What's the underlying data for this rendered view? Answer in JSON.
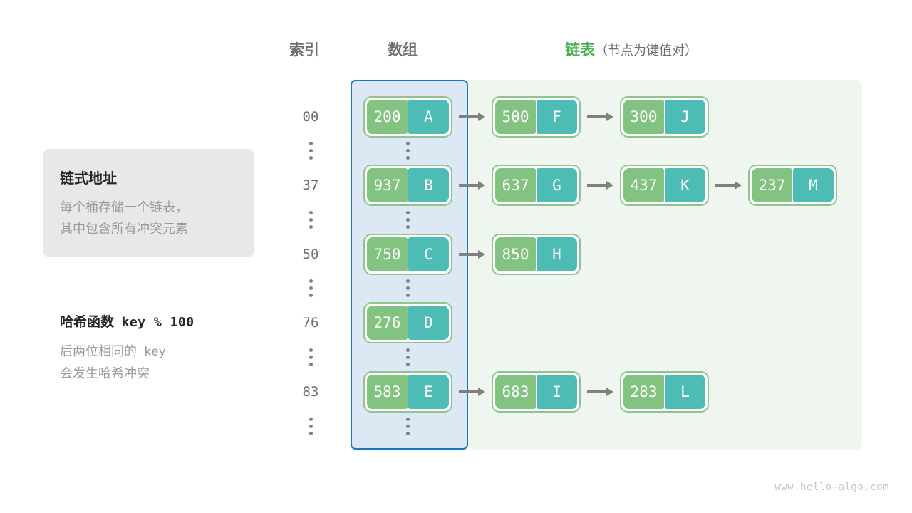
{
  "headers": {
    "index": "索引",
    "array": "数组",
    "list_main": "链表",
    "list_sub": "（节点为键值对）"
  },
  "info_card": {
    "title": "链式地址",
    "line1": "每个桶存储一个链表，",
    "line2": "其中包含所有冲突元素"
  },
  "hash_note": {
    "title_label": "哈希函数",
    "title_expr": "key % 100",
    "line1_pre": "后两位相同的",
    "line1_code": "key",
    "line2": "会发生哈希冲突"
  },
  "colors": {
    "key_green": "#82c382",
    "val_teal": "#4dbcb4",
    "node_border": "#8fc48f",
    "array_panel_bg": "#dce9f5",
    "array_panel_border": "#1878c0",
    "list_panel_bg": "#eff6ef",
    "arrow_gray": "#808080",
    "accent_green_text": "#4caf50",
    "muted_text": "#9a9a9a",
    "index_text": "#6e6e6e"
  },
  "rows": [
    {
      "index": "00",
      "bucket": {
        "key": "200",
        "value": "A"
      },
      "chain": [
        {
          "key": "500",
          "value": "F"
        },
        {
          "key": "300",
          "value": "J"
        }
      ]
    },
    {
      "index": "37",
      "bucket": {
        "key": "937",
        "value": "B"
      },
      "chain": [
        {
          "key": "637",
          "value": "G"
        },
        {
          "key": "437",
          "value": "K"
        },
        {
          "key": "237",
          "value": "M"
        }
      ]
    },
    {
      "index": "50",
      "bucket": {
        "key": "750",
        "value": "C"
      },
      "chain": [
        {
          "key": "850",
          "value": "H"
        }
      ]
    },
    {
      "index": "76",
      "bucket": {
        "key": "276",
        "value": "D"
      },
      "chain": []
    },
    {
      "index": "83",
      "bucket": {
        "key": "583",
        "value": "E"
      },
      "chain": [
        {
          "key": "683",
          "value": "I"
        },
        {
          "key": "283",
          "value": "L"
        }
      ]
    }
  ],
  "ellipsis_count": 6,
  "footer": "www.hello-algo.com"
}
